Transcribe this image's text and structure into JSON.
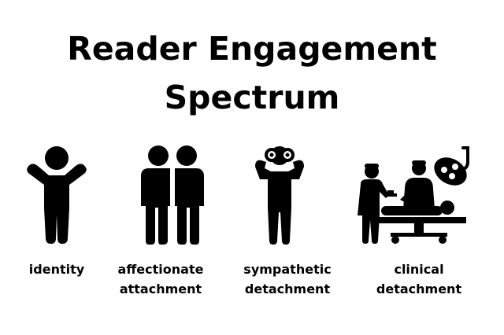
{
  "title": {
    "line1": "Reader Engagement",
    "line2": "Spectrum"
  },
  "stages": [
    {
      "label_line1": "identity",
      "label_line2": "",
      "icon": "arms-raised-person-icon"
    },
    {
      "label_line1": "affectionate",
      "label_line2": "attachment",
      "icon": "two-people-embracing-icon"
    },
    {
      "label_line1": "sympathetic",
      "label_line2": "detachment",
      "icon": "person-with-binoculars-icon"
    },
    {
      "label_line1": "clinical",
      "label_line2": "detachment",
      "icon": "surgeons-operating-icon"
    }
  ],
  "colors": {
    "foreground": "#000000",
    "background": "#ffffff"
  }
}
